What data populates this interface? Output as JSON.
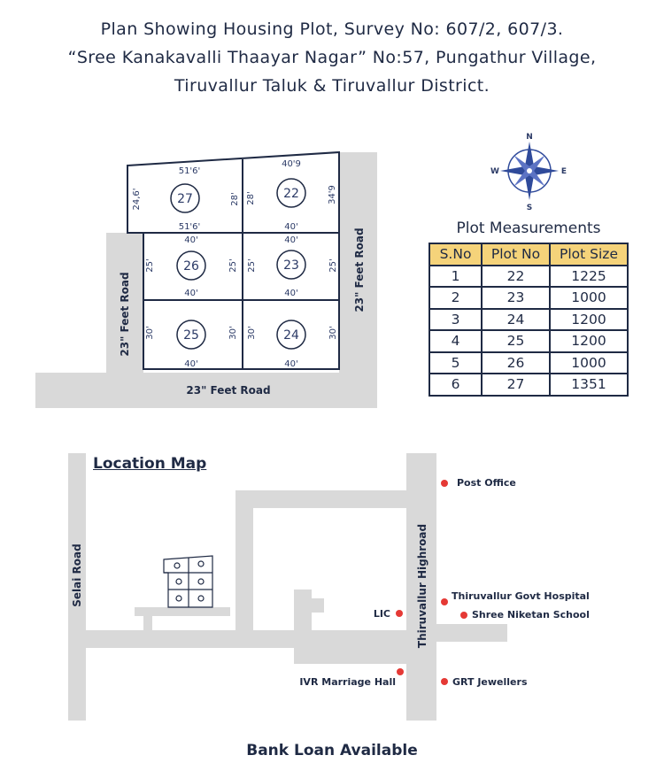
{
  "header": {
    "line1": "Plan Showing Housing Plot, Survey No: 607/2, 607/3.",
    "line2": "“Sree Kanakavalli Thaayar Nagar” No:57, Pungathur Village,",
    "line3": "Tiruvallur Taluk & Tiruvallur District."
  },
  "compass": {
    "n": "N",
    "e": "E",
    "s": "S",
    "w": "W"
  },
  "plan": {
    "road_left": "23\" Feet Road",
    "road_right": "23\" Feet Road",
    "road_bottom": "23\" Feet Road",
    "plots": [
      {
        "no": "27",
        "top": "51'6'",
        "bottom": "51'6'",
        "left": "24,6'",
        "right": "28'"
      },
      {
        "no": "22",
        "top": "40'9",
        "bottom": "40'",
        "left": "28'",
        "right": "34'9"
      },
      {
        "no": "26",
        "top": "40'",
        "bottom": "40'",
        "left": "25'",
        "right": "25'"
      },
      {
        "no": "23",
        "top": "40'",
        "bottom": "40'",
        "left": "25'",
        "right": "25'"
      },
      {
        "no": "25",
        "top": "",
        "bottom": "40'",
        "left": "30'",
        "right": "30'"
      },
      {
        "no": "24",
        "top": "",
        "bottom": "40'",
        "left": "30'",
        "right": "30'"
      }
    ]
  },
  "measurements": {
    "title": "Plot Measurements",
    "headers": [
      "S.No",
      "Plot No",
      "Plot Size"
    ],
    "rows": [
      [
        "1",
        "22",
        "1225"
      ],
      [
        "2",
        "23",
        "1000"
      ],
      [
        "3",
        "24",
        "1200"
      ],
      [
        "4",
        "25",
        "1200"
      ],
      [
        "5",
        "26",
        "1000"
      ],
      [
        "6",
        "27",
        "1351"
      ]
    ]
  },
  "location_map": {
    "title": "Location Map",
    "roads": {
      "selai": "Selai Road",
      "highroad": "Thiruvallur Highroad"
    },
    "places": {
      "post_office": "Post Office",
      "hospital": "Thiruvallur Govt Hospital",
      "school": "Shree Niketan School",
      "lic": "LIC",
      "ivr": "IVR Marriage Hall",
      "grt": "GRT Jewellers"
    },
    "marker_color": "#e53935"
  },
  "footer": "Bank Loan Available",
  "colors": {
    "ink": "#1f2a44",
    "road": "#d9d9d9",
    "header_fill": "#f5d37a",
    "compass": "#2f4a9a"
  }
}
